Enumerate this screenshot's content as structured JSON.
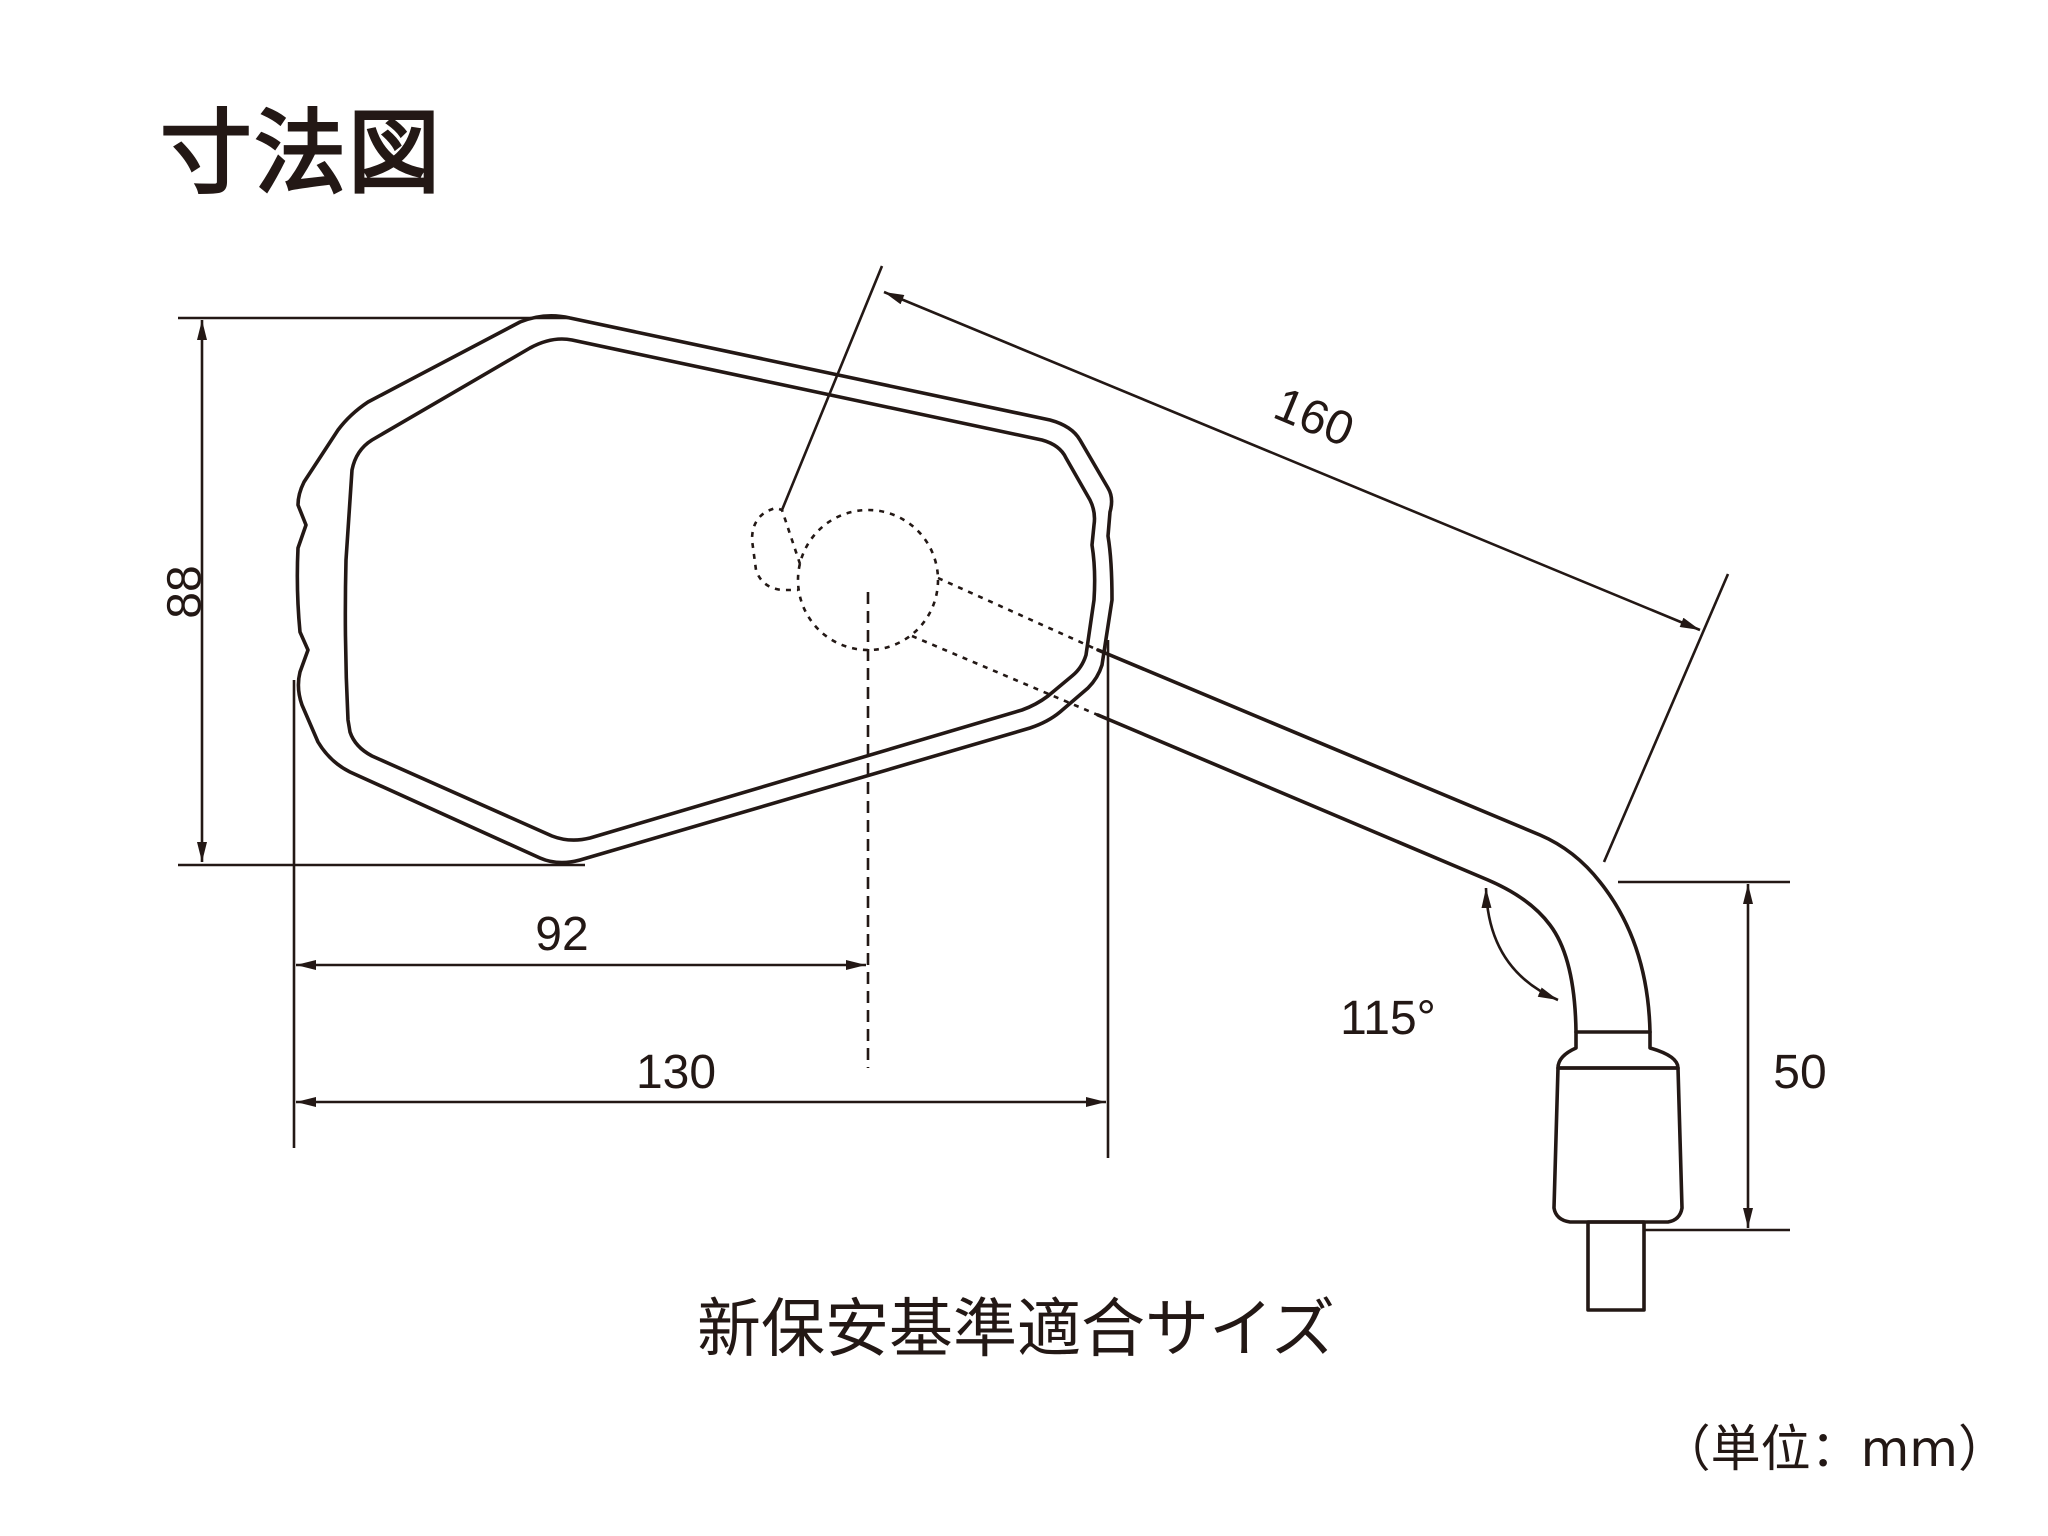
{
  "title": "寸法図",
  "caption": "新保安基準適合サイズ",
  "unit_note": "（単位：mm）",
  "dimensions": {
    "height": "88",
    "center_offset": "92",
    "width": "130",
    "arm_length": "160",
    "angle": "115°",
    "mount_height": "50"
  },
  "colors": {
    "line": "#231815",
    "background": "#ffffff"
  }
}
